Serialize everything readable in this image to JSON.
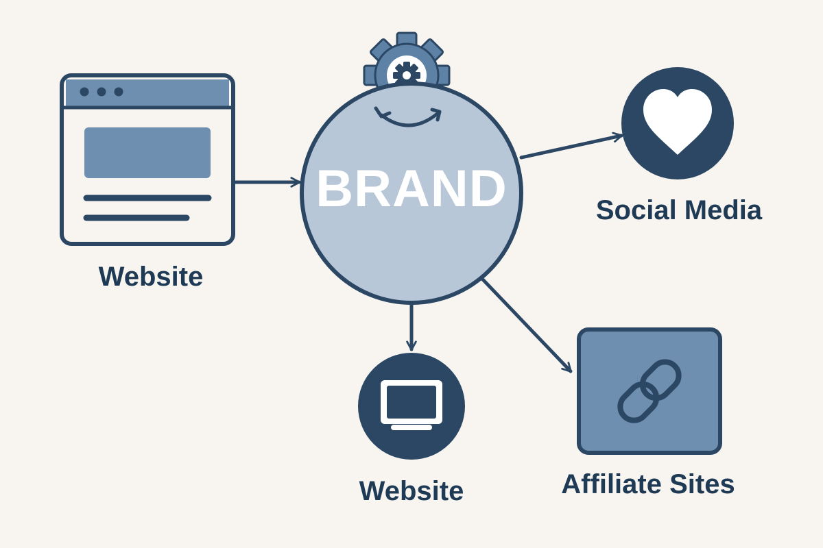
{
  "brand": {
    "label": "BRAND"
  },
  "nodes": {
    "website_left": {
      "label": "Website",
      "icon": "browser-window-icon"
    },
    "social_media": {
      "label": "Social Media",
      "icon": "heart-icon"
    },
    "website_bottom": {
      "label": "Website",
      "icon": "monitor-icon"
    },
    "affiliate_sites": {
      "label": "Affiliate Sites",
      "icon": "chain-link-icon"
    }
  },
  "hub_icon": "gear-cycle-icon",
  "colors": {
    "background": "#f8f5f1",
    "dark": "#2b4764",
    "mid": "#5d82a6",
    "light": "#b8c7d7",
    "text": "#1f3a55"
  }
}
